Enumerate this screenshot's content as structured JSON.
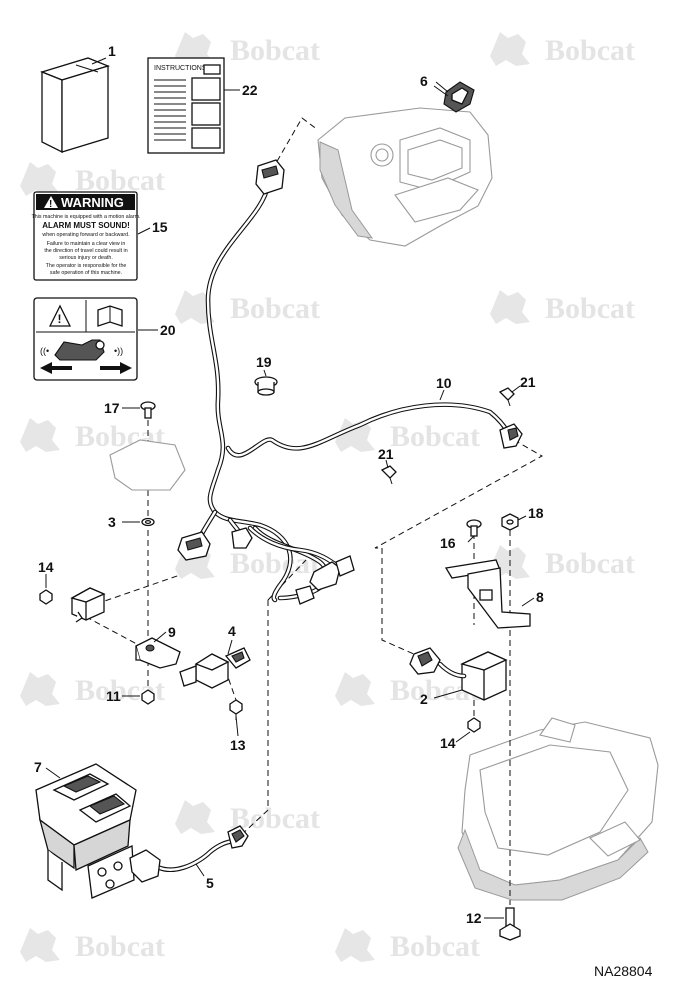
{
  "diagram": {
    "watermark_text": "Bobcat",
    "reference_code": "NA28804",
    "callouts": [
      "1",
      "22",
      "6",
      "15",
      "20",
      "19",
      "10",
      "21",
      "17",
      "21",
      "3",
      "14",
      "9",
      "4",
      "11",
      "13",
      "16",
      "18",
      "8",
      "2",
      "14",
      "7",
      "5",
      "12"
    ],
    "labels": {
      "instructions": {
        "title": "INSTRUCTIONS"
      },
      "warning_decal": {
        "heading": "WARNING",
        "line1": "This machine is equipped with a motion alarm.",
        "line2": "ALARM MUST SOUND!",
        "line3": "when operating forward or backward.",
        "line4": "Failure to maintain a clear view in",
        "line5": "the direction of travel could result in",
        "line6": "serious injury or death.",
        "line7": "The operator is responsible for the",
        "line8": "safe operation of this machine."
      }
    }
  }
}
